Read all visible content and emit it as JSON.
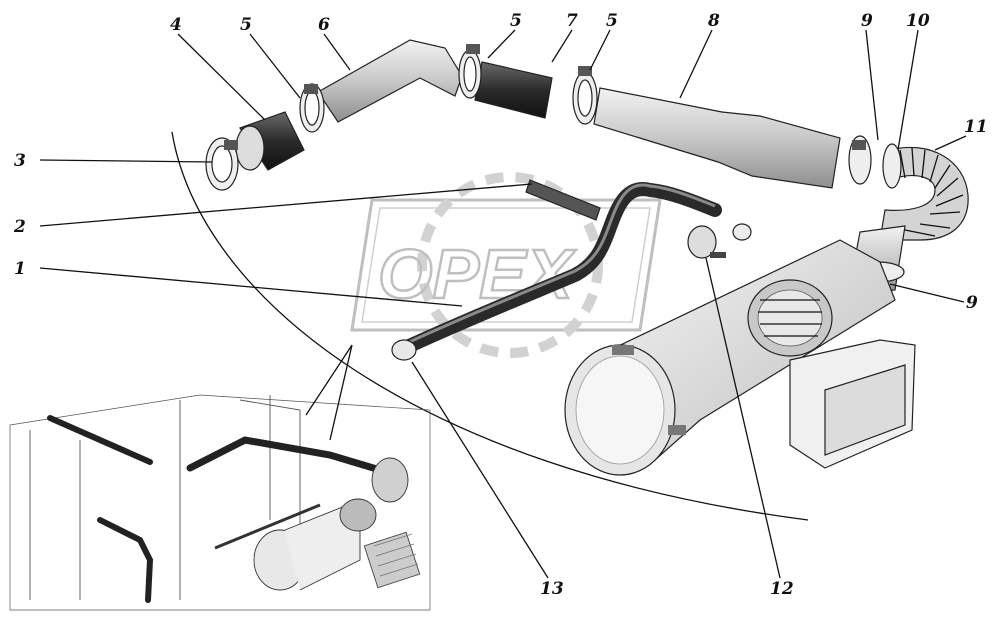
{
  "callouts": {
    "c1": "1",
    "c2": "2",
    "c3": "3",
    "c4": "4",
    "c5a": "5",
    "c5b": "5",
    "c5c": "5",
    "c6": "6",
    "c7": "7",
    "c8": "8",
    "c9a": "9",
    "c9b": "9",
    "c10": "10",
    "c11": "11",
    "c12": "12",
    "c13": "13"
  },
  "watermark": {
    "text": "OPEX"
  },
  "colors": {
    "line": "#111111",
    "hose_light": "#d9d9d9",
    "hose_dark": "#3a3a3a",
    "watermark": "#bfbfbf"
  }
}
